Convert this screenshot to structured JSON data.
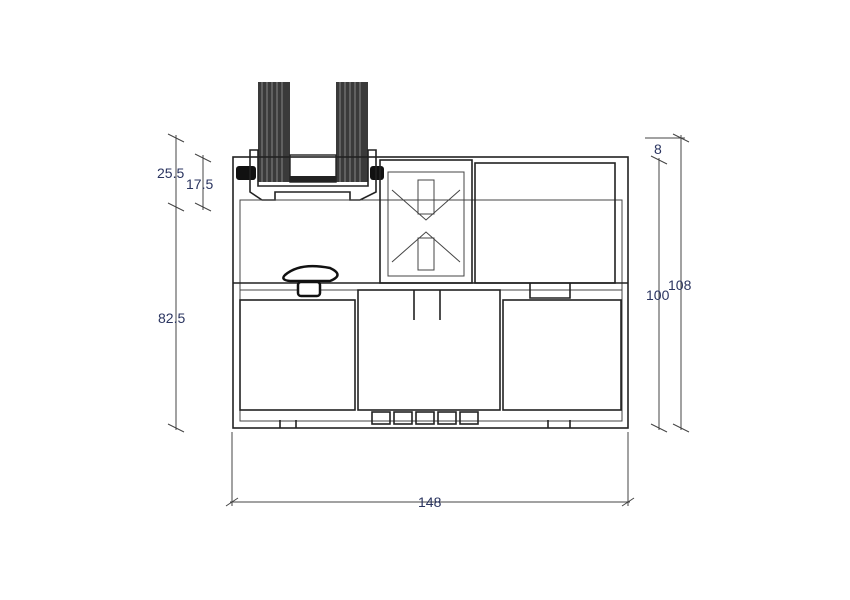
{
  "dimensions": {
    "left_top": "25.5",
    "left_inner": "17.5",
    "left_bottom": "82.5",
    "right_top": "8",
    "right_inner": "100",
    "right_outer": "108",
    "bottom_width": "148"
  },
  "colors": {
    "line": "#222222",
    "dimension_text": "#2b3560",
    "glass": "#3a3a3a"
  }
}
